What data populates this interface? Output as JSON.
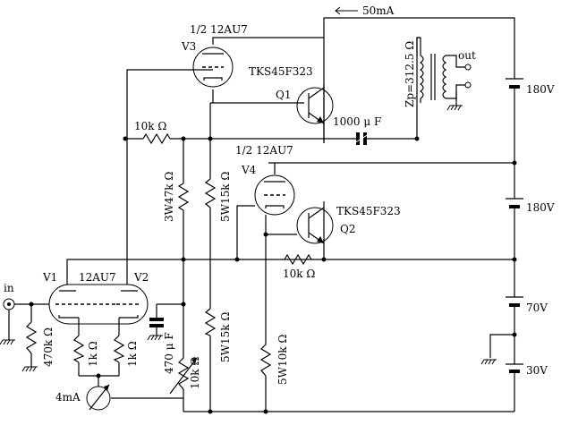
{
  "labels": {
    "tube_v3_type": "1/2 12AU7",
    "tube_v3_name": "V3",
    "tube_v4_type": "1/2 12AU7",
    "tube_v4_name": "V4",
    "tube_v1_name": "V1",
    "tube_v12_type": "12AU7",
    "tube_v2_name": "V2",
    "transistor_q1_type": "TKS45F323",
    "transistor_q1_name": "Q1",
    "transistor_q2_type": "TKS45F323",
    "transistor_q2_name": "Q2",
    "current_top": "50mA",
    "current_meter": "4mA",
    "input": "in",
    "output": "out",
    "cap_output": "1000 μ F",
    "cap_bypass": "470 μ F",
    "res_top": "10k Ω",
    "res_mid": "10k Ω",
    "res_3w47k": "3W47k Ω",
    "res_5w15k_upper": "5W15k Ω",
    "res_5w15k_lower": "5W15k Ω",
    "res_5w10k": "5W10k Ω",
    "res_470k": "470k Ω",
    "res_1k_left": "1k Ω",
    "res_1k_right": "1k Ω",
    "res_10k_pot": "10k Ω",
    "transformer_zp": "Zp=312.5 Ω",
    "supply_1": "180V",
    "supply_2": "180V",
    "supply_3": "70V",
    "supply_4": "30V"
  }
}
